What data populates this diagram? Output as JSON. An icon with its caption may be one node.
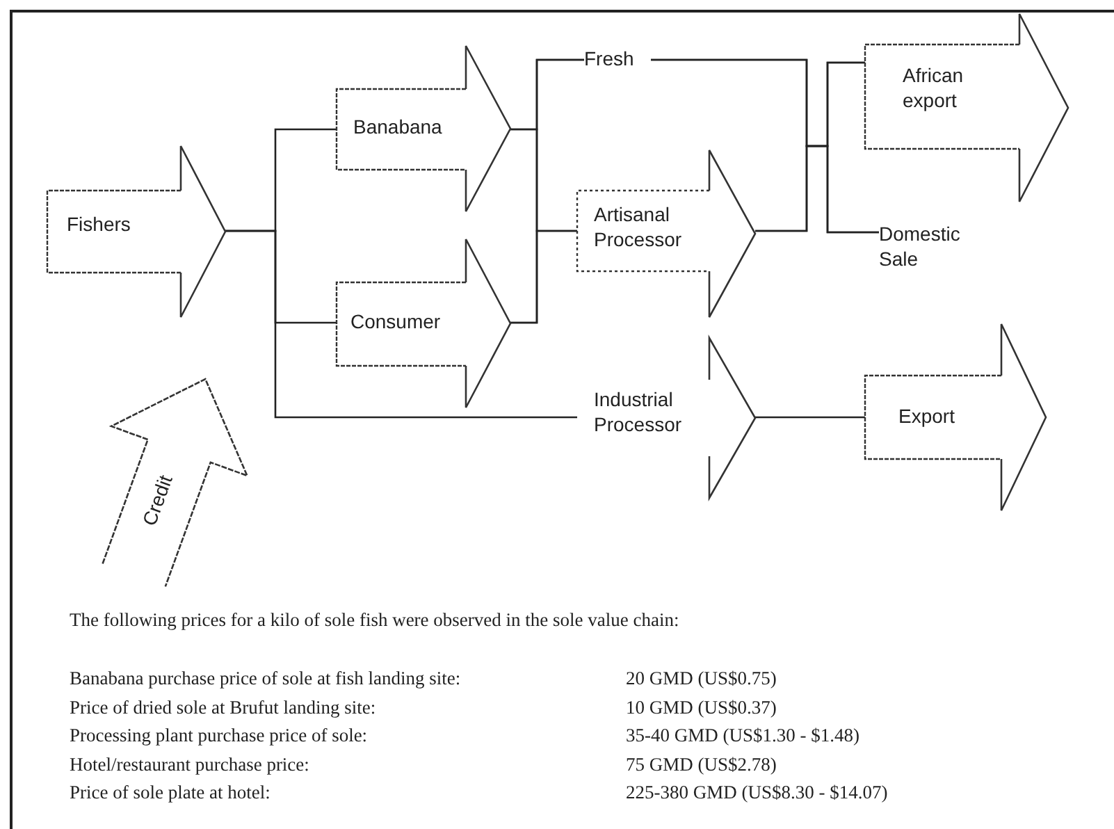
{
  "diagram": {
    "nodes": [
      {
        "text": [
          "Fishers"
        ]
      },
      {
        "text": [
          "Credit"
        ]
      },
      {
        "text": [
          "Banabana"
        ]
      },
      {
        "text": [
          "Consumer"
        ]
      },
      {
        "text": [
          "Fresh"
        ]
      },
      {
        "text": [
          "Artisanal Processor"
        ]
      },
      {
        "text": [
          "Industrial Processor"
        ]
      },
      {
        "text": [
          "African export"
        ]
      },
      {
        "text": [
          "Domestic Sale"
        ]
      },
      {
        "text": [
          "Export"
        ]
      }
    ],
    "edges": [
      {
        "from": 0,
        "to": 2,
        "arrow": "none"
      },
      {
        "from": 0,
        "to": 3,
        "arrow": "none"
      },
      {
        "from": 0,
        "to": 6,
        "arrow": "none"
      },
      {
        "from": 2,
        "to": 4,
        "arrow": "none"
      },
      {
        "from": 2,
        "to": 5,
        "arrow": "none"
      },
      {
        "from": 3,
        "to": 4,
        "arrow": "none"
      },
      {
        "from": 3,
        "to": 5,
        "arrow": "none"
      },
      {
        "from": 4,
        "to": 7,
        "arrow": "none"
      },
      {
        "from": 4,
        "to": 8,
        "arrow": "none"
      },
      {
        "from": 5,
        "to": 7,
        "arrow": "none"
      },
      {
        "from": 5,
        "to": 8,
        "arrow": "none"
      },
      {
        "from": 6,
        "to": 9,
        "arrow": "none"
      }
    ],
    "labels": [
      "The following prices for a kilo of sole fish were observed in the sole value chain:",
      "Banabana purchase price of sole at fish landing site:",
      "20 GMD (US$0.75)",
      "Price of dried sole at Brufut landing site:",
      "10 GMD (US$0.37)",
      "Processing plant purchase price of sole:",
      "35-40 GMD (US$1.30 - $1.48)",
      "Hotel/restaurant purchase price:",
      "75 GMD (US$2.78)",
      "Price of sole plate at hotel:",
      "225-380 GMD (US$8.30 - $14.07)"
    ]
  }
}
